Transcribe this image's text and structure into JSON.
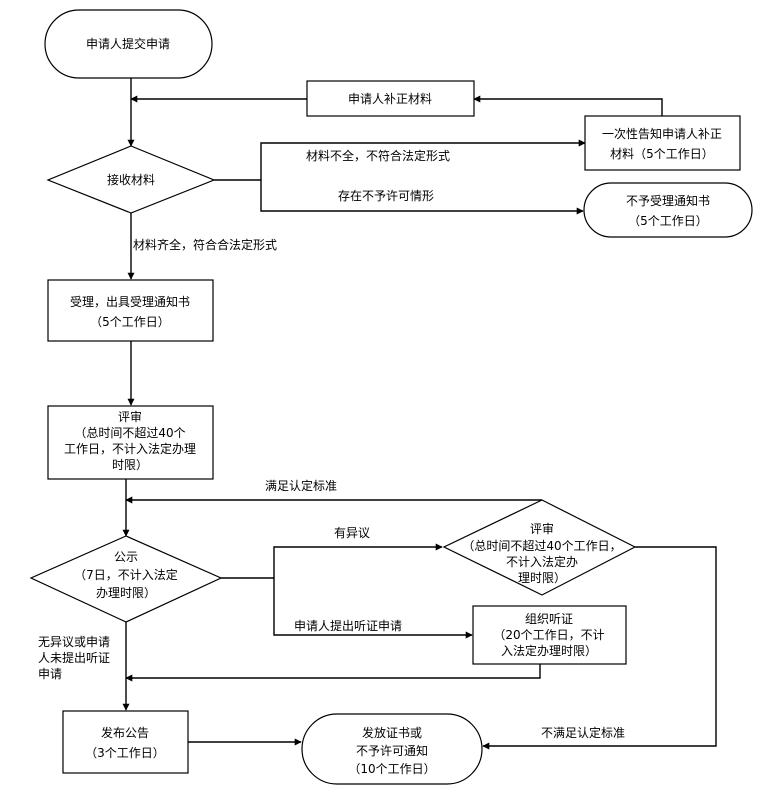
{
  "nodes": {
    "submit": "申请人提交申请",
    "supplement": "申请人补正材料",
    "notify_once": [
      "一次性告知申请人补正",
      "材料（5个工作日）"
    ],
    "receive": "接收材料",
    "reject_notice": [
      "不予受理通知书",
      "（5个工作日）"
    ],
    "accept": [
      "受理，出具受理通知书",
      "（5个工作日）"
    ],
    "review1": [
      "评审",
      "（总时间不超过40个",
      "工作日，不计入法定办理",
      "时限）"
    ],
    "publicity": [
      "公示",
      "（7日，不计入法定",
      "办理时限）"
    ],
    "review2": [
      "评审",
      "（总时间不超过40个工作日，",
      "不计入法定办",
      "理时限）"
    ],
    "hearing": [
      "组织听证",
      "（20个工作日，不计",
      "入法定办理时限）"
    ],
    "announce": [
      "发布公告",
      "（3个工作日）"
    ],
    "issue": [
      "发放证书或",
      "不予许可通知",
      "（10个工作日）"
    ]
  },
  "edge_labels": {
    "incomplete": "材料不全，不符合法定形式",
    "not_permit": "存在不予许可情形",
    "complete": "材料齐全，符合合法定形式",
    "meets": "满足认定标准",
    "objection": "有异议",
    "hearing_request": "申请人提出听证申请",
    "no_objection": [
      "无异议或申请",
      "人未提出听证",
      "申请"
    ],
    "not_meets": "不满足认定标准"
  }
}
